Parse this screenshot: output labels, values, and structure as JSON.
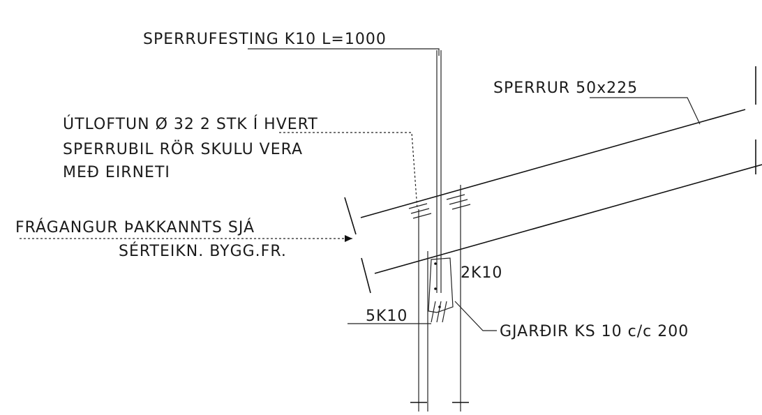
{
  "labels": {
    "sperrufesting": "SPERRUFESTING K10 L=1000",
    "sperrur": "SPERRUR 50x225",
    "utloftun_1": "ÚTLOFTUN Ø 32 2 STK Í HVERT",
    "utloftun_2": "SPERRUBIL RÖR SKULU VERA",
    "utloftun_3": "MEÐ EIRNETI",
    "fragangur_1": "FRÁGANGUR ÞAKKANNTS SJÁ",
    "fragangur_2": "SÉRTEIKN. BYGG.FR.",
    "k2": "2K10",
    "k5": "5K10",
    "gjardir": "GJARÐIR KS 10 c/c 200"
  },
  "colors": {
    "ink": "#111111",
    "background": "#ffffff"
  }
}
